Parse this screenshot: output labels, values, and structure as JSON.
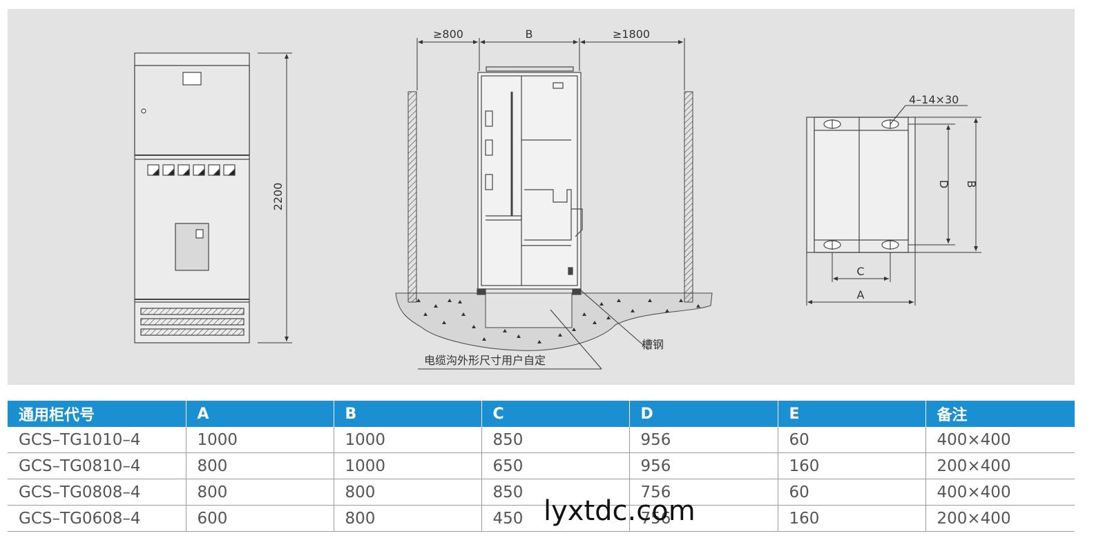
{
  "drawing": {
    "front_view": {
      "height_dim": "2200"
    },
    "section_view": {
      "clearance_left": "≥800",
      "width_label": "B",
      "clearance_right": "≥1800",
      "channel_steel_label": "槽钢",
      "cable_trench_note": "电缆沟外形尺寸用户自定"
    },
    "plan_view": {
      "bolt_holes_label": "4–14×30",
      "dim_a": "A",
      "dim_b": "B",
      "dim_c": "C",
      "dim_d": "D"
    }
  },
  "table": {
    "headers": [
      "通用柜代号",
      "A",
      "B",
      "C",
      "D",
      "E",
      "备注"
    ],
    "rows": [
      [
        "GCS–TG1010–4",
        "1000",
        "1000",
        "850",
        "956",
        "60",
        "400×400"
      ],
      [
        "GCS–TG0810–4",
        "800",
        "1000",
        "650",
        "956",
        "160",
        "200×400"
      ],
      [
        "GCS–TG0808–4",
        "800",
        "800",
        "850",
        "756",
        "60",
        "400×400"
      ],
      [
        "GCS–TG0608–4",
        "600",
        "800",
        "450",
        "756",
        "160",
        "200×400"
      ]
    ]
  },
  "watermark": "lyxtdc.com",
  "colors": {
    "header_bg": "#1a8fd1",
    "panel_bg": "#e3e3e3"
  }
}
